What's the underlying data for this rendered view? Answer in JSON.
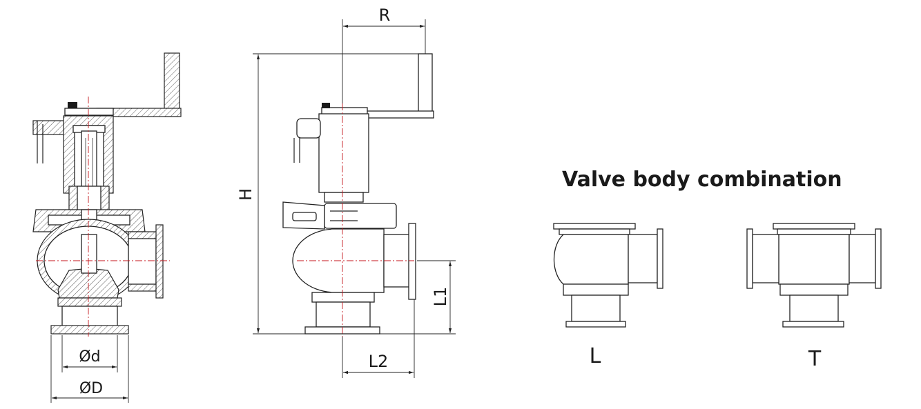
{
  "section_view": {
    "dimension_labels": {
      "inner_diameter": "Ød",
      "outer_diameter": "ØD"
    }
  },
  "side_view": {
    "dimension_labels": {
      "handle_reach": "R",
      "height": "H",
      "length_1": "L1",
      "length_2": "L2"
    }
  },
  "combination": {
    "heading": "Valve body combination",
    "variants": [
      {
        "label": "L"
      },
      {
        "label": "T"
      }
    ]
  },
  "colors": {
    "centerline": "#c4161c",
    "outline": "#222222",
    "hatch": "#555555"
  }
}
